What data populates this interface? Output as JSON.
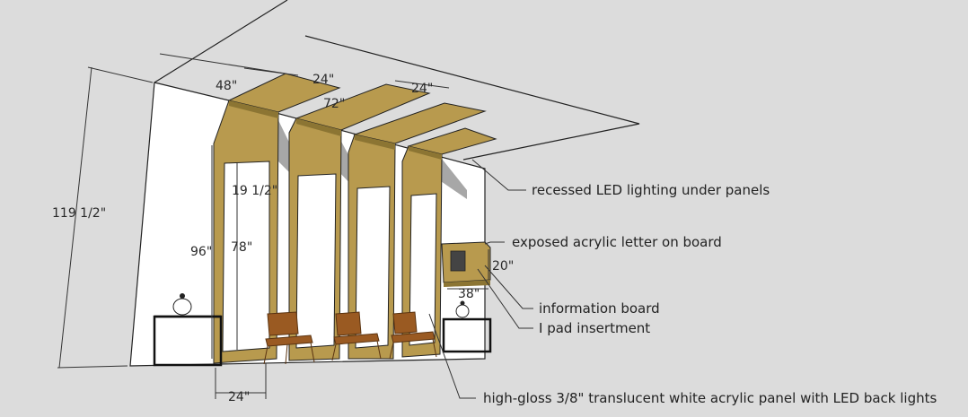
{
  "dimensions": {
    "total_height": "119 1/2\"",
    "panel_height": "96\"",
    "opening_height": "78\"",
    "top_width_left": "48\"",
    "top_width_panel1": "24\"",
    "top_width_panel2": "24\"",
    "top_hidden": "72\"",
    "side_offset": "19 1/2\"",
    "board_height": "20\"",
    "board_width": "38\"",
    "base_width": "24\""
  },
  "annotations": {
    "led_lighting": "recessed LED lighting under panels",
    "acrylic_letter": "exposed acrylic letter on board",
    "info_board": "information board",
    "ipad": "I pad insertment",
    "acrylic_panel": "high-gloss 3/8\" translucent  white acrylic panel with LED back lights"
  },
  "colors": {
    "background": "#dcdcdc",
    "wall": "#ffffff",
    "wood": "#b89a4e",
    "wood_dark": "#8c7533",
    "shadow": "#a7a7a7",
    "chair": "#9a5a22",
    "line": "#1a1a1a"
  }
}
